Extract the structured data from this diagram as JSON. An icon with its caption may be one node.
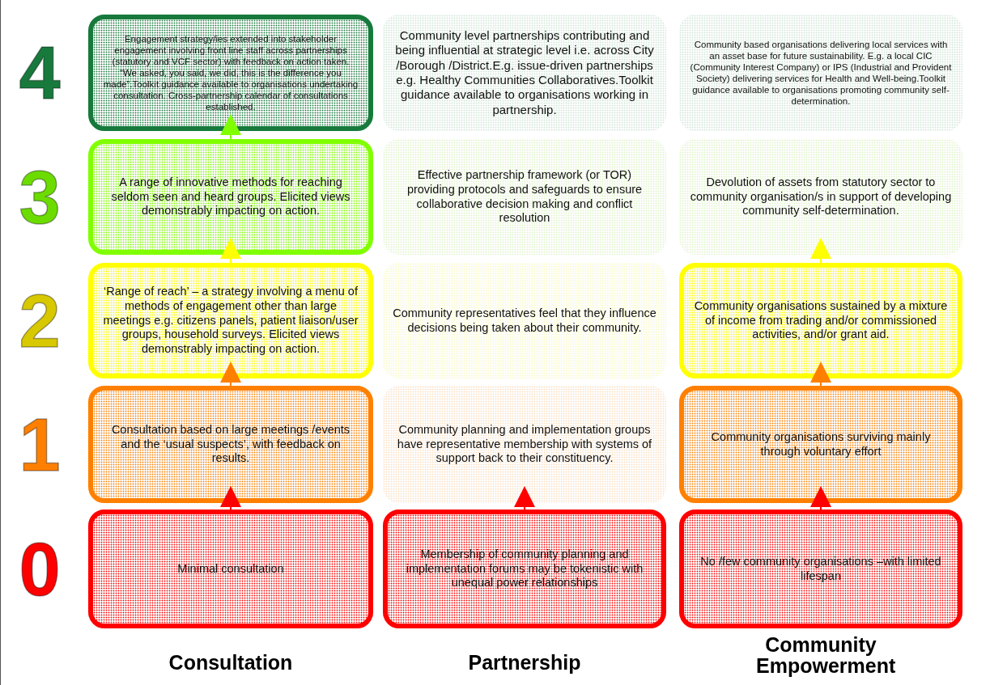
{
  "diagram": {
    "nodes": [
      {
        "text": [
          "Engagement strategy/ies extended into stakeholder engagement involving front line staff across partnerships (statutory and VCF sector) with feedback on action taken. “We asked, you said, we did, this is the difference you made”.Toolkit guidance available to organisations undertaking consultation. Cross-partnership calendar of consultations established."
        ]
      },
      {
        "text": [
          "Community level partnerships contributing and being influential at strategic level i.e. across City /Borough /District.E.g. issue-driven partnerships e.g. Healthy Communities Collaboratives.Toolkit guidance available to organisations working in partnership."
        ]
      },
      {
        "text": [
          "Community based organisations delivering local services with an asset base for future sustainability. E.g. a local CIC (Community Interest Company) or IPS (Industrial and Provident Society) delivering services for Health and Well-being.Toolkit guidance available to organisations promoting community self-determination."
        ]
      },
      {
        "text": [
          "A range of innovative methods for reaching seldom seen and heard groups. Elicited views demonstrably impacting on action."
        ]
      },
      {
        "text": [
          "Effective partnership framework (or TOR) providing protocols and safeguards to ensure collaborative decision making and conflict resolution"
        ]
      },
      {
        "text": [
          "Devolution of assets from statutory sector to community organisation/s in support of developing community self-determination."
        ]
      },
      {
        "text": [
          "‘Range of reach’ – a strategy involving a menu of methods of engagement other than large meetings e.g. citizens panels, patient liaison/user groups, household surveys. Elicited views demonstrably impacting on action."
        ]
      },
      {
        "text": [
          "Community representatives feel that they influence decisions being taken about their community."
        ]
      },
      {
        "text": [
          "Community organisations sustained by a mixture of income from trading and/or commissioned activities, and/or grant aid."
        ]
      },
      {
        "text": [
          "Consultation based on large meetings /events and the ‘usual suspects’, with feedback on results."
        ]
      },
      {
        "text": [
          "Community planning and implementation groups have representative membership with systems of support back to their constituency."
        ]
      },
      {
        "text": [
          "Community organisations surviving mainly through voluntary effort"
        ]
      },
      {
        "text": [
          "Minimal consultation"
        ]
      },
      {
        "text": [
          "Membership of community planning and implementation forums may be tokenistic with unequal power relationships"
        ]
      },
      {
        "text": [
          "No /few community organisations –with limited lifespan"
        ]
      }
    ],
    "edges": [
      {
        "from": 12,
        "to": 9,
        "arrow": "to",
        "color": "#ff0000"
      },
      {
        "from": 9,
        "to": 6,
        "arrow": "to",
        "color": "#ff8000"
      },
      {
        "from": 6,
        "to": 3,
        "arrow": "to",
        "color": "#ffff00"
      },
      {
        "from": 3,
        "to": 0,
        "arrow": "to",
        "color": "#80ff00"
      },
      {
        "from": 13,
        "to": 10,
        "arrow": "to",
        "color": "#ff0000"
      },
      {
        "from": 14,
        "to": 11,
        "arrow": "to",
        "color": "#ff0000"
      },
      {
        "from": 11,
        "to": 8,
        "arrow": "to",
        "color": "#ff8000"
      },
      {
        "from": 8,
        "to": 5,
        "arrow": "to",
        "color": "#ffff00"
      }
    ],
    "labels": [
      "4",
      "3",
      "2",
      "1",
      "0",
      "Consultation",
      "Partnership",
      "Community Empowerment"
    ]
  }
}
